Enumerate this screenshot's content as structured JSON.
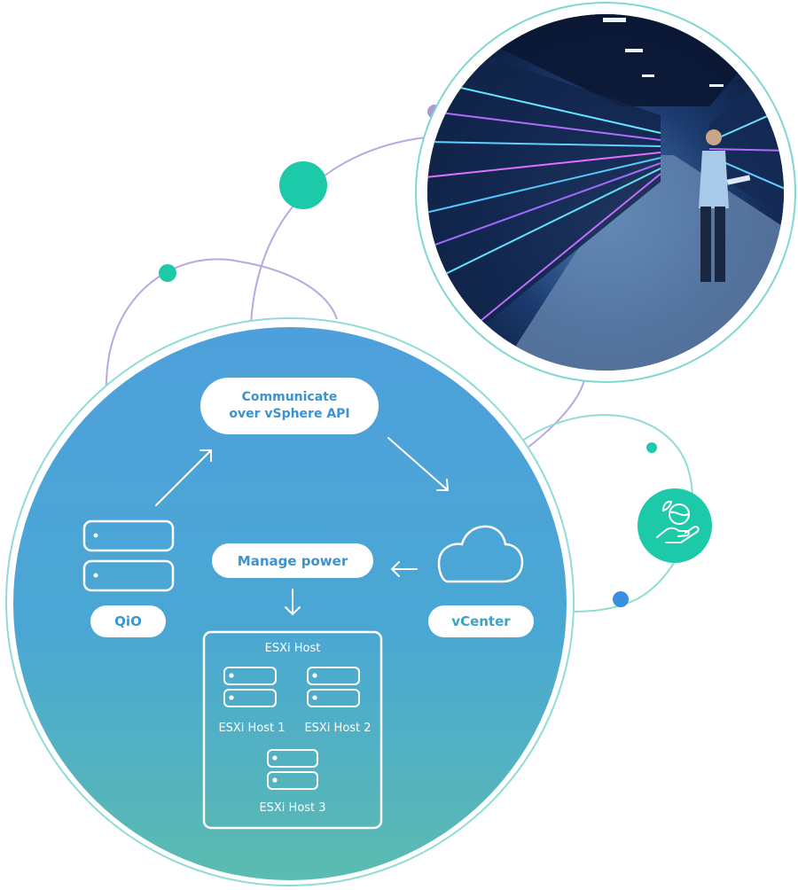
{
  "flow": {
    "api_line1": "Communicate",
    "api_line2": "over vSphere API",
    "manage_power": "Manage power",
    "qio": "QiO",
    "vcenter": "vCenter"
  },
  "esxi": {
    "title": "ESXi Host",
    "hosts": [
      "ESXi Host 1",
      "ESXi Host 2",
      "ESXi Host 3"
    ]
  },
  "icons": {
    "qio": "server-stack-icon",
    "vcenter": "cloud-icon",
    "sustainability": "globe-in-hand-icon",
    "host": "server-icon"
  },
  "colors": {
    "circle_top": "#4ea0dc",
    "circle_bottom": "#5bbcb0",
    "accent_teal": "#1cc9a8",
    "accent_purple": "#a99ad6",
    "ring": "#7fd8cf",
    "text_blue": "#3b93d0",
    "dot_blue": "#3a8fe0"
  },
  "photo": {
    "subject": "data-center-engineer-photo"
  }
}
